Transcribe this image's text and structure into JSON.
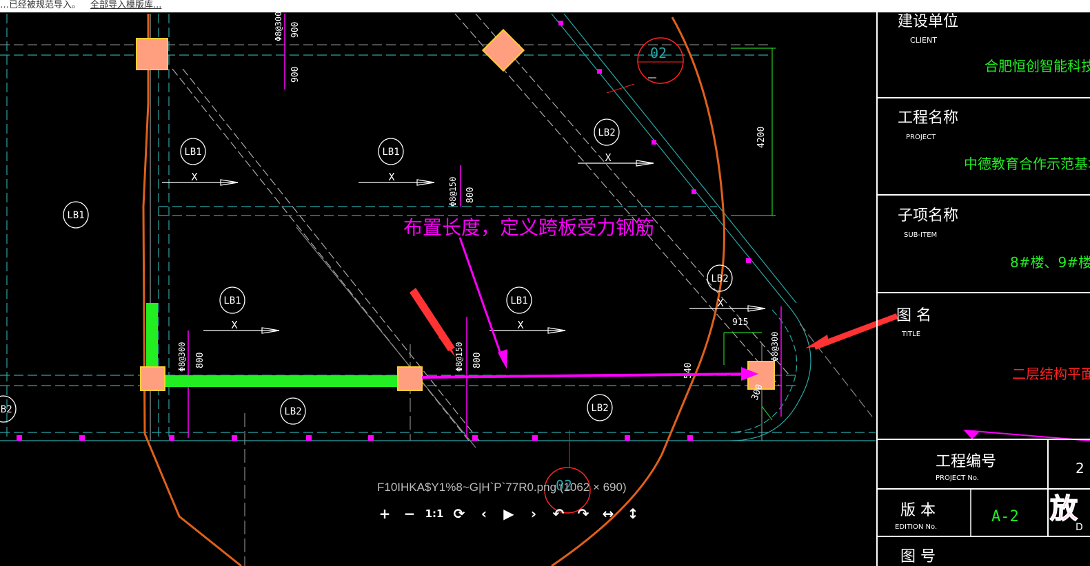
{
  "topbar": {
    "notice_text": "…已经被规范导入。",
    "notice_link": "全部导入模版库..."
  },
  "drawing": {
    "annotation_text": "布置长度，定义跨板受力钢筋",
    "slab_labels": [
      "LB1",
      "LB1",
      "LB1",
      "LB1",
      "LB1",
      "LB2",
      "LB2",
      "LB2",
      "LB2",
      "LB2"
    ],
    "x_marks": [
      "X",
      "X",
      "X",
      "X",
      "X",
      "X"
    ],
    "rebar_labels": [
      "Φ8@150",
      "Φ8@150",
      "Φ8@300",
      "Φ8@300",
      "Φ8@300"
    ],
    "dimensions": [
      "900",
      "900",
      "800",
      "800",
      "800",
      "4200",
      "915",
      "300",
      "540"
    ],
    "section_tags": [
      "02",
      "02"
    ],
    "accent_magenta": "#ff00ff",
    "rebar_green": "#22ee22",
    "column_fill": "#ff9f7f"
  },
  "title_block": {
    "client_label": "建设单位",
    "client_label_en": "CLIENT",
    "client_value": "合肥恒创智能科技有",
    "project_label": "工程名称",
    "project_label_en": "PROJECT",
    "project_value": "中德教育合作示范基地公",
    "subitem_label": "子项名称",
    "subitem_label_en": "SUB-ITEM",
    "subitem_value": "8#楼、9#楼",
    "title_label": "图  名",
    "title_label_en": "TITLE",
    "title_value": "二层结构平面图",
    "projno_label": "工程编号",
    "projno_label_en": "PROJECT No.",
    "projno_value": "2",
    "edition_label": "版  本",
    "edition_label_en": "EDITION No.",
    "edition_value": "A-2",
    "drawing_no_label": "图  号",
    "zoom_badge": "放",
    "edition_tail": "D"
  },
  "viewer": {
    "caption": "F10IHKA$Y1%8~G|H`P`77R0.png (1062 × 690)",
    "zoom_in": "+",
    "zoom_out": "−",
    "actual_size": "1:1",
    "refresh": "⟳",
    "prev": "‹",
    "play": "▶",
    "next": "›",
    "rotate_left": "↶",
    "rotate_right": "↷",
    "flip_h": "↔",
    "flip_v": "↕"
  }
}
